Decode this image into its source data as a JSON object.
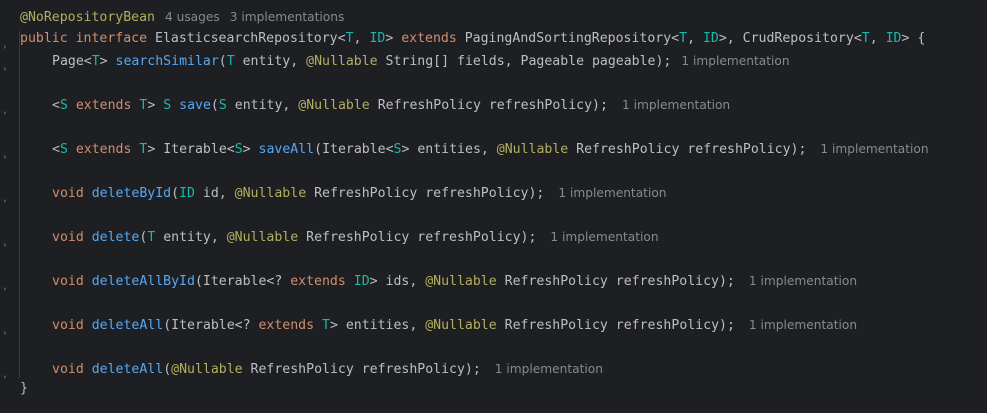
{
  "editor": {
    "annotation_line": {
      "annotation": "@NoRepositoryBean",
      "usages": "4 usages",
      "implementations": "3 implementations"
    },
    "declaration": {
      "kw_public": "public",
      "kw_interface": "interface",
      "name": "ElasticsearchRepository",
      "lt1": "<",
      "T": "T",
      "comma": ", ",
      "ID": "ID",
      "gt1": "> ",
      "kw_extends": "extends",
      "paging": " PagingAndSortingRepository<",
      "crud": ">, CrudRepository<",
      "end": "> {"
    },
    "methods": [
      {
        "hint": "1 implementation"
      },
      {
        "hint": "1 implementation"
      },
      {
        "hint": "1 implementation"
      },
      {
        "hint": "1 implementation"
      },
      {
        "hint": "1 implementation"
      },
      {
        "hint": "1 implementation"
      },
      {
        "hint": "1 implementation"
      },
      {
        "hint": "1 implementation"
      }
    ],
    "closing_brace": "}"
  },
  "tokens": {
    "page": "Page<",
    "t": "T",
    "gt": "> ",
    "searchSimilar": "searchSimilar",
    "ss_args1": "(",
    "ss_args2": " entity, ",
    "nullable": "@Nullable",
    "ss_args3": " String[] fields, Pageable pageable);",
    "lt": "<",
    "s": "S",
    "extends": "extends",
    "sp": " ",
    "save": "save",
    "save_args": " entity, ",
    "refresh": " RefreshPolicy refreshPolicy);",
    "iterable_s": " Iterable<",
    "saveAll": "saveAll",
    "iter_open": "(Iterable<",
    "entities": "> entities, ",
    "void": "void",
    "deleteById": "deleteById",
    "id_arg": "(",
    "id_type": "ID",
    "id_rest": " id, ",
    "delete": "delete",
    "delete_arg": "(",
    "entity_rest": " entity, ",
    "deleteAllById": "deleteAllById",
    "iter_wild": "(Iterable<? ",
    "ids_rest": "> ids, ",
    "deleteAll": "deleteAll",
    "paren": "(",
    "t_close": "> {",
    "gt_close": ">"
  }
}
